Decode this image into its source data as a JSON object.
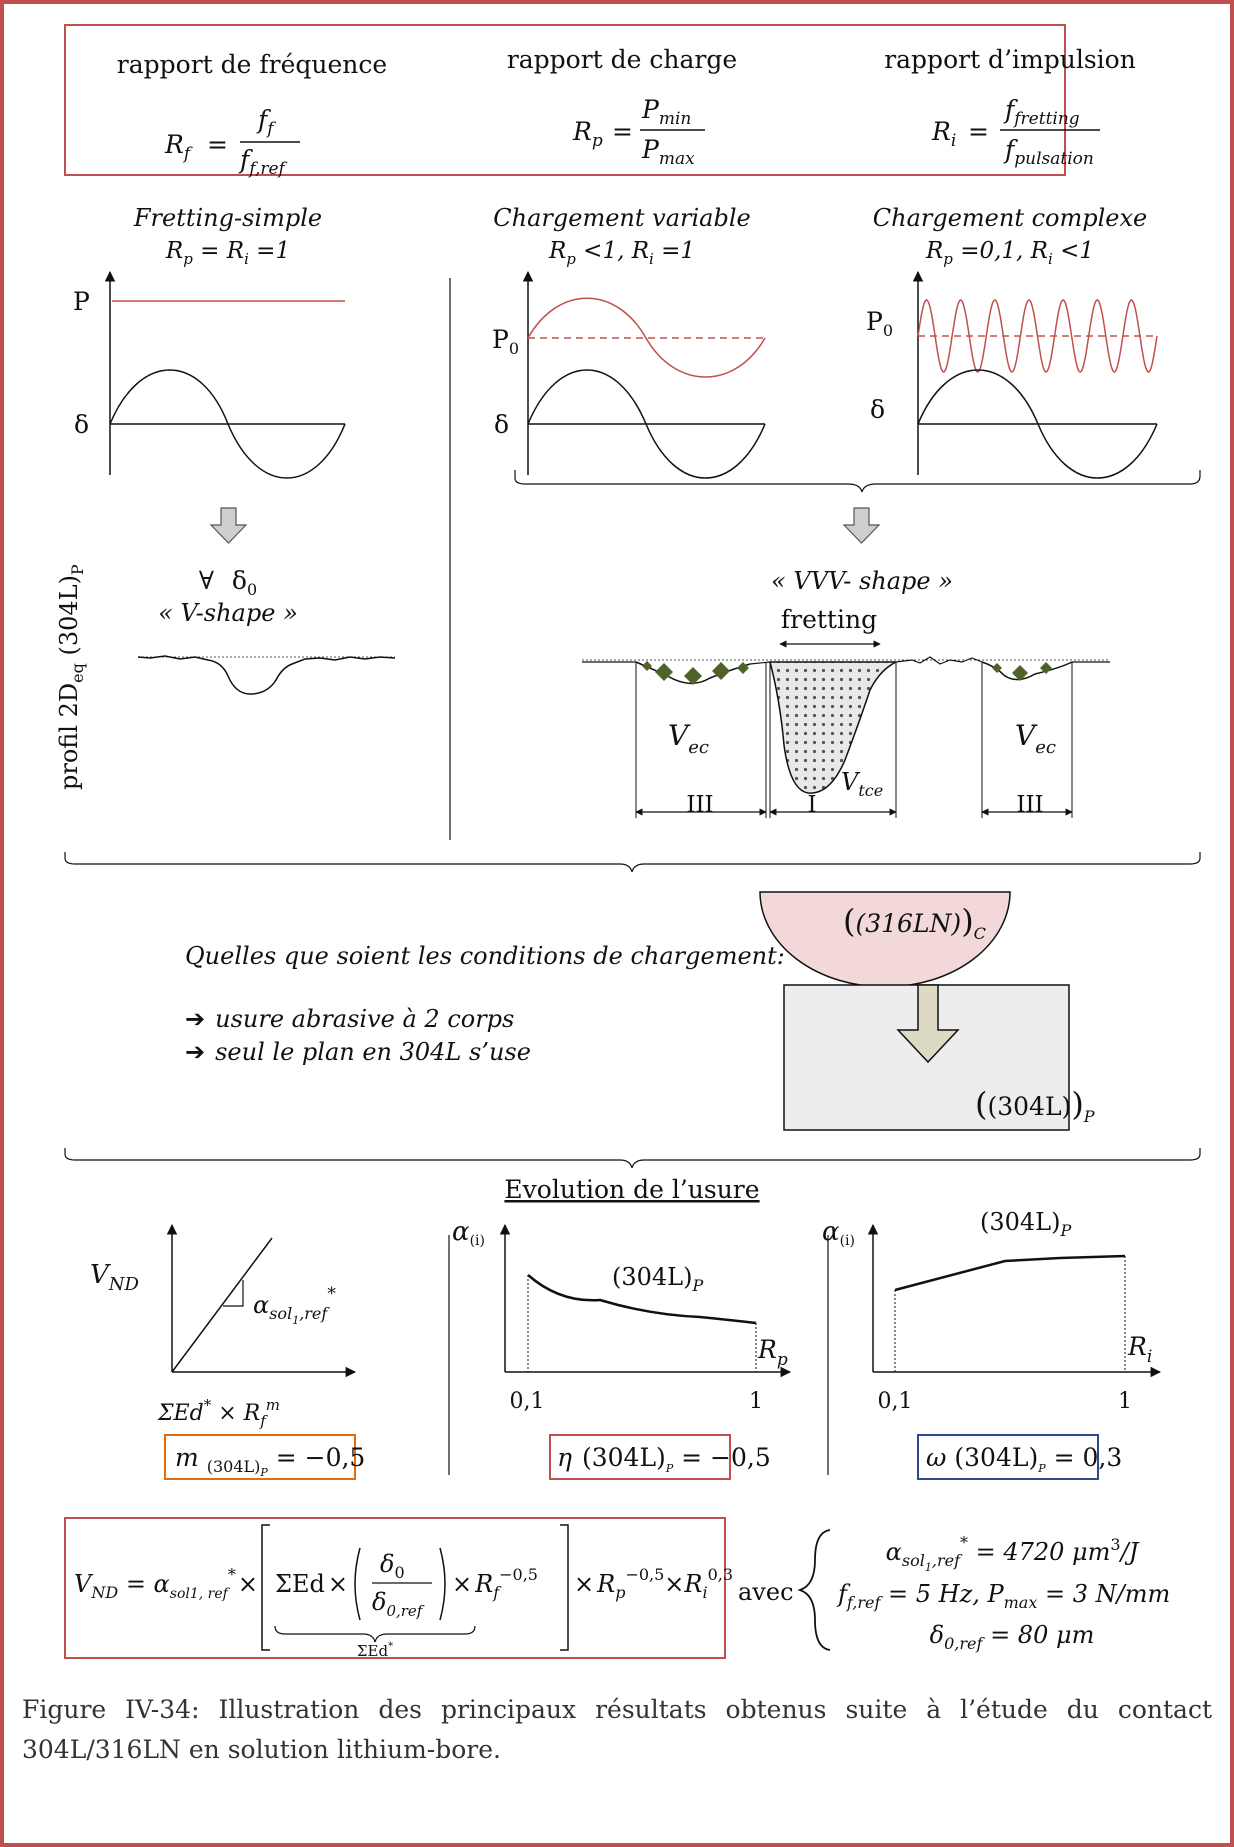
{
  "ratios": {
    "frequency": {
      "label": "rapport de fréquence",
      "lhs": "R",
      "lhs_sub": "f",
      "num": "f",
      "num_sub": "f",
      "den": "f",
      "den_sub": "f,ref"
    },
    "load": {
      "label": "rapport de charge",
      "lhs": "R",
      "lhs_sub": "p",
      "num": "P",
      "num_sub": "min",
      "den": "P",
      "den_sub": "max"
    },
    "impulse": {
      "label": "rapport d’impulsion",
      "lhs": "R",
      "lhs_sub": "i",
      "num": "f",
      "num_sub": "fretting",
      "den": "f",
      "den_sub": "pulsation"
    }
  },
  "cases": {
    "simple": {
      "title": "Fretting-simple",
      "cond_a": "R",
      "cond_a_sub": "p",
      "cond_b": " = R",
      "cond_b_sub": "i",
      "cond_c": " =1",
      "p_label": "P",
      "d_label": "δ"
    },
    "variable": {
      "title": "Chargement variable",
      "cond_a": "R",
      "cond_a_sub": "p",
      "cond_b": " <1, R",
      "cond_b_sub": "i",
      "cond_c": " =1",
      "p_label": "P",
      "p_sub": "0",
      "d_label": "δ"
    },
    "complex": {
      "title": "Chargement complexe",
      "cond_a": "R",
      "cond_a_sub": "p",
      "cond_b": " =0,1, R",
      "cond_b_sub": "i",
      "cond_c": " <1",
      "p_label": "P",
      "p_sub": "0",
      "d_label": "δ"
    }
  },
  "profiles": {
    "axis_label": "profil 2D",
    "axis_label_sub": "eq",
    "axis_label_tail": " (304L)",
    "axis_label_tail_sub": "P",
    "forall": "∀",
    "delta0": "δ",
    "delta0_sub": "0",
    "v_shape": "« V-shape »",
    "vvv_shape": "« VVV- shape »",
    "fretting": "fretting",
    "vec": "V",
    "vec_sub": "ec",
    "vtce": "V",
    "vtce_sub": "tce",
    "zone_side": "III",
    "zone_center": "I"
  },
  "conditions": {
    "heading": "Quelles que soient les conditions de chargement:",
    "bullet_1": "usure abrasive à 2 corps",
    "bullet_2": "seul le plan en 304L s’use",
    "arrow_glyph": "➔",
    "ball_label": "(316LN)",
    "ball_sub": "C",
    "plane_label": "(304L)",
    "plane_sub": "P"
  },
  "evolution": {
    "heading": "Evolution de l’usure",
    "graph1": {
      "y_label": "V",
      "y_sub": "ND",
      "slope_label": "α",
      "slope_sub": "sol",
      "slope_sub2": "1",
      "slope_sub3": ",ref",
      "slope_sup": "*",
      "x_label": "ΣEd",
      "x_sup": "*",
      "x_mid": " × R",
      "x_sub": "f",
      "x_exp": "m",
      "box_a": "m",
      "box_b": "(304L)",
      "box_b_sub": "P",
      "box_c": " = −0,5"
    },
    "graph2": {
      "y_label": "α",
      "y_sub": "(i)",
      "curve_label": "(304L)",
      "curve_sub": "P",
      "x_label": "R",
      "x_sub": "p",
      "x_min": "0,1",
      "x_max": "1",
      "box_a": "η",
      "box_b": "(304L)",
      "box_b_sub": "P",
      "box_c": " = −0,5"
    },
    "graph3": {
      "y_label": "α",
      "y_sub": "(i)",
      "curve_label": "(304L)",
      "curve_sub": "P",
      "x_label": "R",
      "x_sub": "i",
      "x_min": "0,1",
      "x_max": "1",
      "box_a": "ω",
      "box_b": "(304L)",
      "box_b_sub": "P",
      "box_c": " = 0,3"
    }
  },
  "formula": {
    "lhs": "V",
    "lhs_sub": "ND",
    "eq": " = α",
    "alpha_sub": "sol1, ref",
    "alpha_sup": "*",
    "times": "×",
    "sum": "ΣEd",
    "d_num": "δ",
    "d_num_sub": "0",
    "d_den": "δ",
    "d_den_sub": "0,ref",
    "rf": "R",
    "rf_sub": "f",
    "rf_exp": "−0,5",
    "rp": "R",
    "rp_sub": "p",
    "rp_exp": "−0,5",
    "ri": "R",
    "ri_sub": "i",
    "ri_exp": "0,3",
    "brace_label": "ΣEd",
    "brace_sup": "*",
    "avec": "avec",
    "line1": "α",
    "line1_sub": "sol",
    "line1_sub2": "1",
    "line1_sub3": ",ref",
    "line1_sup": "*",
    "line1_val": " = 4720 μm",
    "line1_exp": "3",
    "line1_unit": "/J",
    "line2_a": "f",
    "line2_a_sub": "f,ref",
    "line2_b": " = 5 Hz, P",
    "line2_b_sub": "max",
    "line2_c": " = 3 N/mm",
    "line3": "δ",
    "line3_sub": "0,ref",
    "line3_val": " = 80 μm"
  },
  "caption": "Figure IV-34: Illustration des principaux résultats obtenus suite à l’étude du contact 304L/316LN en solution lithium-bore.",
  "colors": {
    "frame": "#c0504d",
    "red_curve": "#c0504d",
    "orange_box": "#e46c0a",
    "blue_box": "#2e4a8f",
    "ball_fill": "#f2d8d8",
    "plane_fill": "#ededed",
    "arrow_fill": "#ddd9c3",
    "gray_arrow": "#cfcfcf",
    "diamond": "#4f6228"
  }
}
